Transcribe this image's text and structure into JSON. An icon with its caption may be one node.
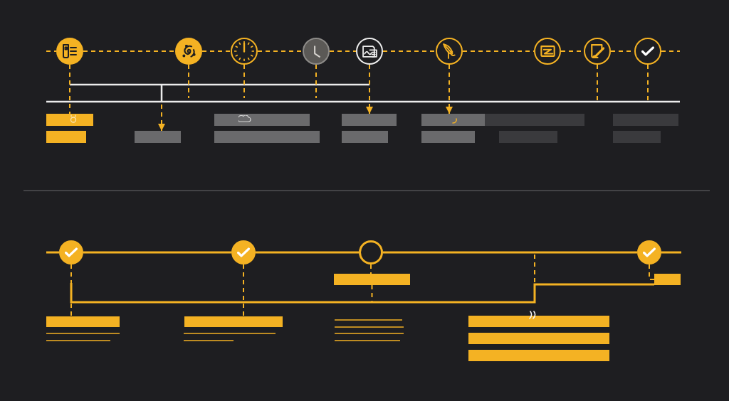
{
  "diagram": {
    "nodes": [
      {
        "text": [],
        "shape": "circle"
      },
      {
        "text": [],
        "shape": "circle"
      },
      {
        "text": [],
        "shape": "circle"
      },
      {
        "text": [],
        "shape": "circle"
      },
      {
        "text": [],
        "shape": "circle"
      },
      {
        "text": [],
        "shape": "circle"
      },
      {
        "text": [],
        "shape": "circle"
      },
      {
        "text": [],
        "shape": "circle"
      },
      {
        "text": [],
        "shape": "circle"
      },
      {
        "text": [],
        "shape": "bar"
      },
      {
        "text": [],
        "shape": "bar"
      },
      {
        "text": [],
        "shape": "bar"
      },
      {
        "text": [],
        "shape": "bar"
      },
      {
        "text": [],
        "shape": "bar"
      },
      {
        "text": [],
        "shape": "bar"
      },
      {
        "text": [],
        "shape": "bar"
      },
      {
        "text": [],
        "shape": "bar"
      },
      {
        "text": [],
        "shape": "bar"
      },
      {
        "text": [],
        "shape": "bar"
      },
      {
        "text": [],
        "shape": "bar"
      },
      {
        "text": [],
        "shape": "bar"
      },
      {
        "text": [],
        "shape": "bar"
      },
      {
        "text": [],
        "shape": "circle"
      },
      {
        "text": [],
        "shape": "circle"
      },
      {
        "text": [],
        "shape": "circle"
      },
      {
        "text": [],
        "shape": "circle"
      },
      {
        "text": [],
        "shape": "bar"
      },
      {
        "text": [],
        "shape": "bar"
      },
      {
        "text": [],
        "shape": "bar"
      },
      {
        "text": [],
        "shape": "bar"
      },
      {
        "text": [],
        "shape": "bar"
      },
      {
        "text": [],
        "shape": "bar"
      },
      {
        "text": [],
        "shape": "bar"
      }
    ],
    "edges": [
      {
        "from": null,
        "to": 0,
        "arrow": "none",
        "style": "dashed"
      },
      {
        "from": 0,
        "to": 1,
        "arrow": "none",
        "style": "dashed"
      },
      {
        "from": 1,
        "to": 2,
        "arrow": "none",
        "style": "dashed"
      },
      {
        "from": 2,
        "to": 3,
        "arrow": "none",
        "style": "dashed"
      },
      {
        "from": 3,
        "to": 4,
        "arrow": "none",
        "style": "dashed"
      },
      {
        "from": 4,
        "to": 5,
        "arrow": "none",
        "style": "dashed"
      },
      {
        "from": 5,
        "to": 6,
        "arrow": "none",
        "style": "dashed"
      },
      {
        "from": 6,
        "to": 7,
        "arrow": "none",
        "style": "dashed"
      },
      {
        "from": 7,
        "to": 8,
        "arrow": "none",
        "style": "dashed"
      },
      {
        "from": 8,
        "to": null,
        "arrow": "none",
        "style": "dashed"
      },
      {
        "from": 0,
        "to": 9,
        "arrow": "none",
        "style": "dashed"
      },
      {
        "from": 1,
        "to": null,
        "arrow": "none",
        "style": "dashed"
      },
      {
        "from": 2,
        "to": null,
        "arrow": "none",
        "style": "dashed"
      },
      {
        "from": 3,
        "to": null,
        "arrow": "none",
        "style": "dashed"
      },
      {
        "from": 4,
        "to": 11,
        "arrow": "to",
        "style": "dashed"
      },
      {
        "from": 5,
        "to": 12,
        "arrow": "to",
        "style": "dashed"
      },
      {
        "from": 7,
        "to": null,
        "arrow": "none",
        "style": "dashed"
      },
      {
        "from": 8,
        "to": null,
        "arrow": "none",
        "style": "dashed"
      },
      {
        "from": null,
        "to": 16,
        "arrow": "to",
        "style": "dashed"
      },
      {
        "from": null,
        "to": 22,
        "arrow": "none"
      },
      {
        "from": 22,
        "to": 23,
        "arrow": "none"
      },
      {
        "from": 23,
        "to": 24,
        "arrow": "none"
      },
      {
        "from": 24,
        "to": 25,
        "arrow": "none"
      },
      {
        "from": 25,
        "to": null,
        "arrow": "none"
      },
      {
        "from": 22,
        "to": 28,
        "arrow": "none",
        "style": "dashed"
      },
      {
        "from": 23,
        "to": 29,
        "arrow": "none",
        "style": "dashed"
      },
      {
        "from": 24,
        "to": 26,
        "arrow": "none",
        "style": "dashed"
      },
      {
        "from": 25,
        "to": 27,
        "arrow": "none",
        "style": "dashed"
      },
      {
        "from": null,
        "to": 27,
        "arrow": "none"
      },
      {
        "from": 26,
        "to": null,
        "arrow": "none",
        "style": "dashed"
      }
    ]
  }
}
